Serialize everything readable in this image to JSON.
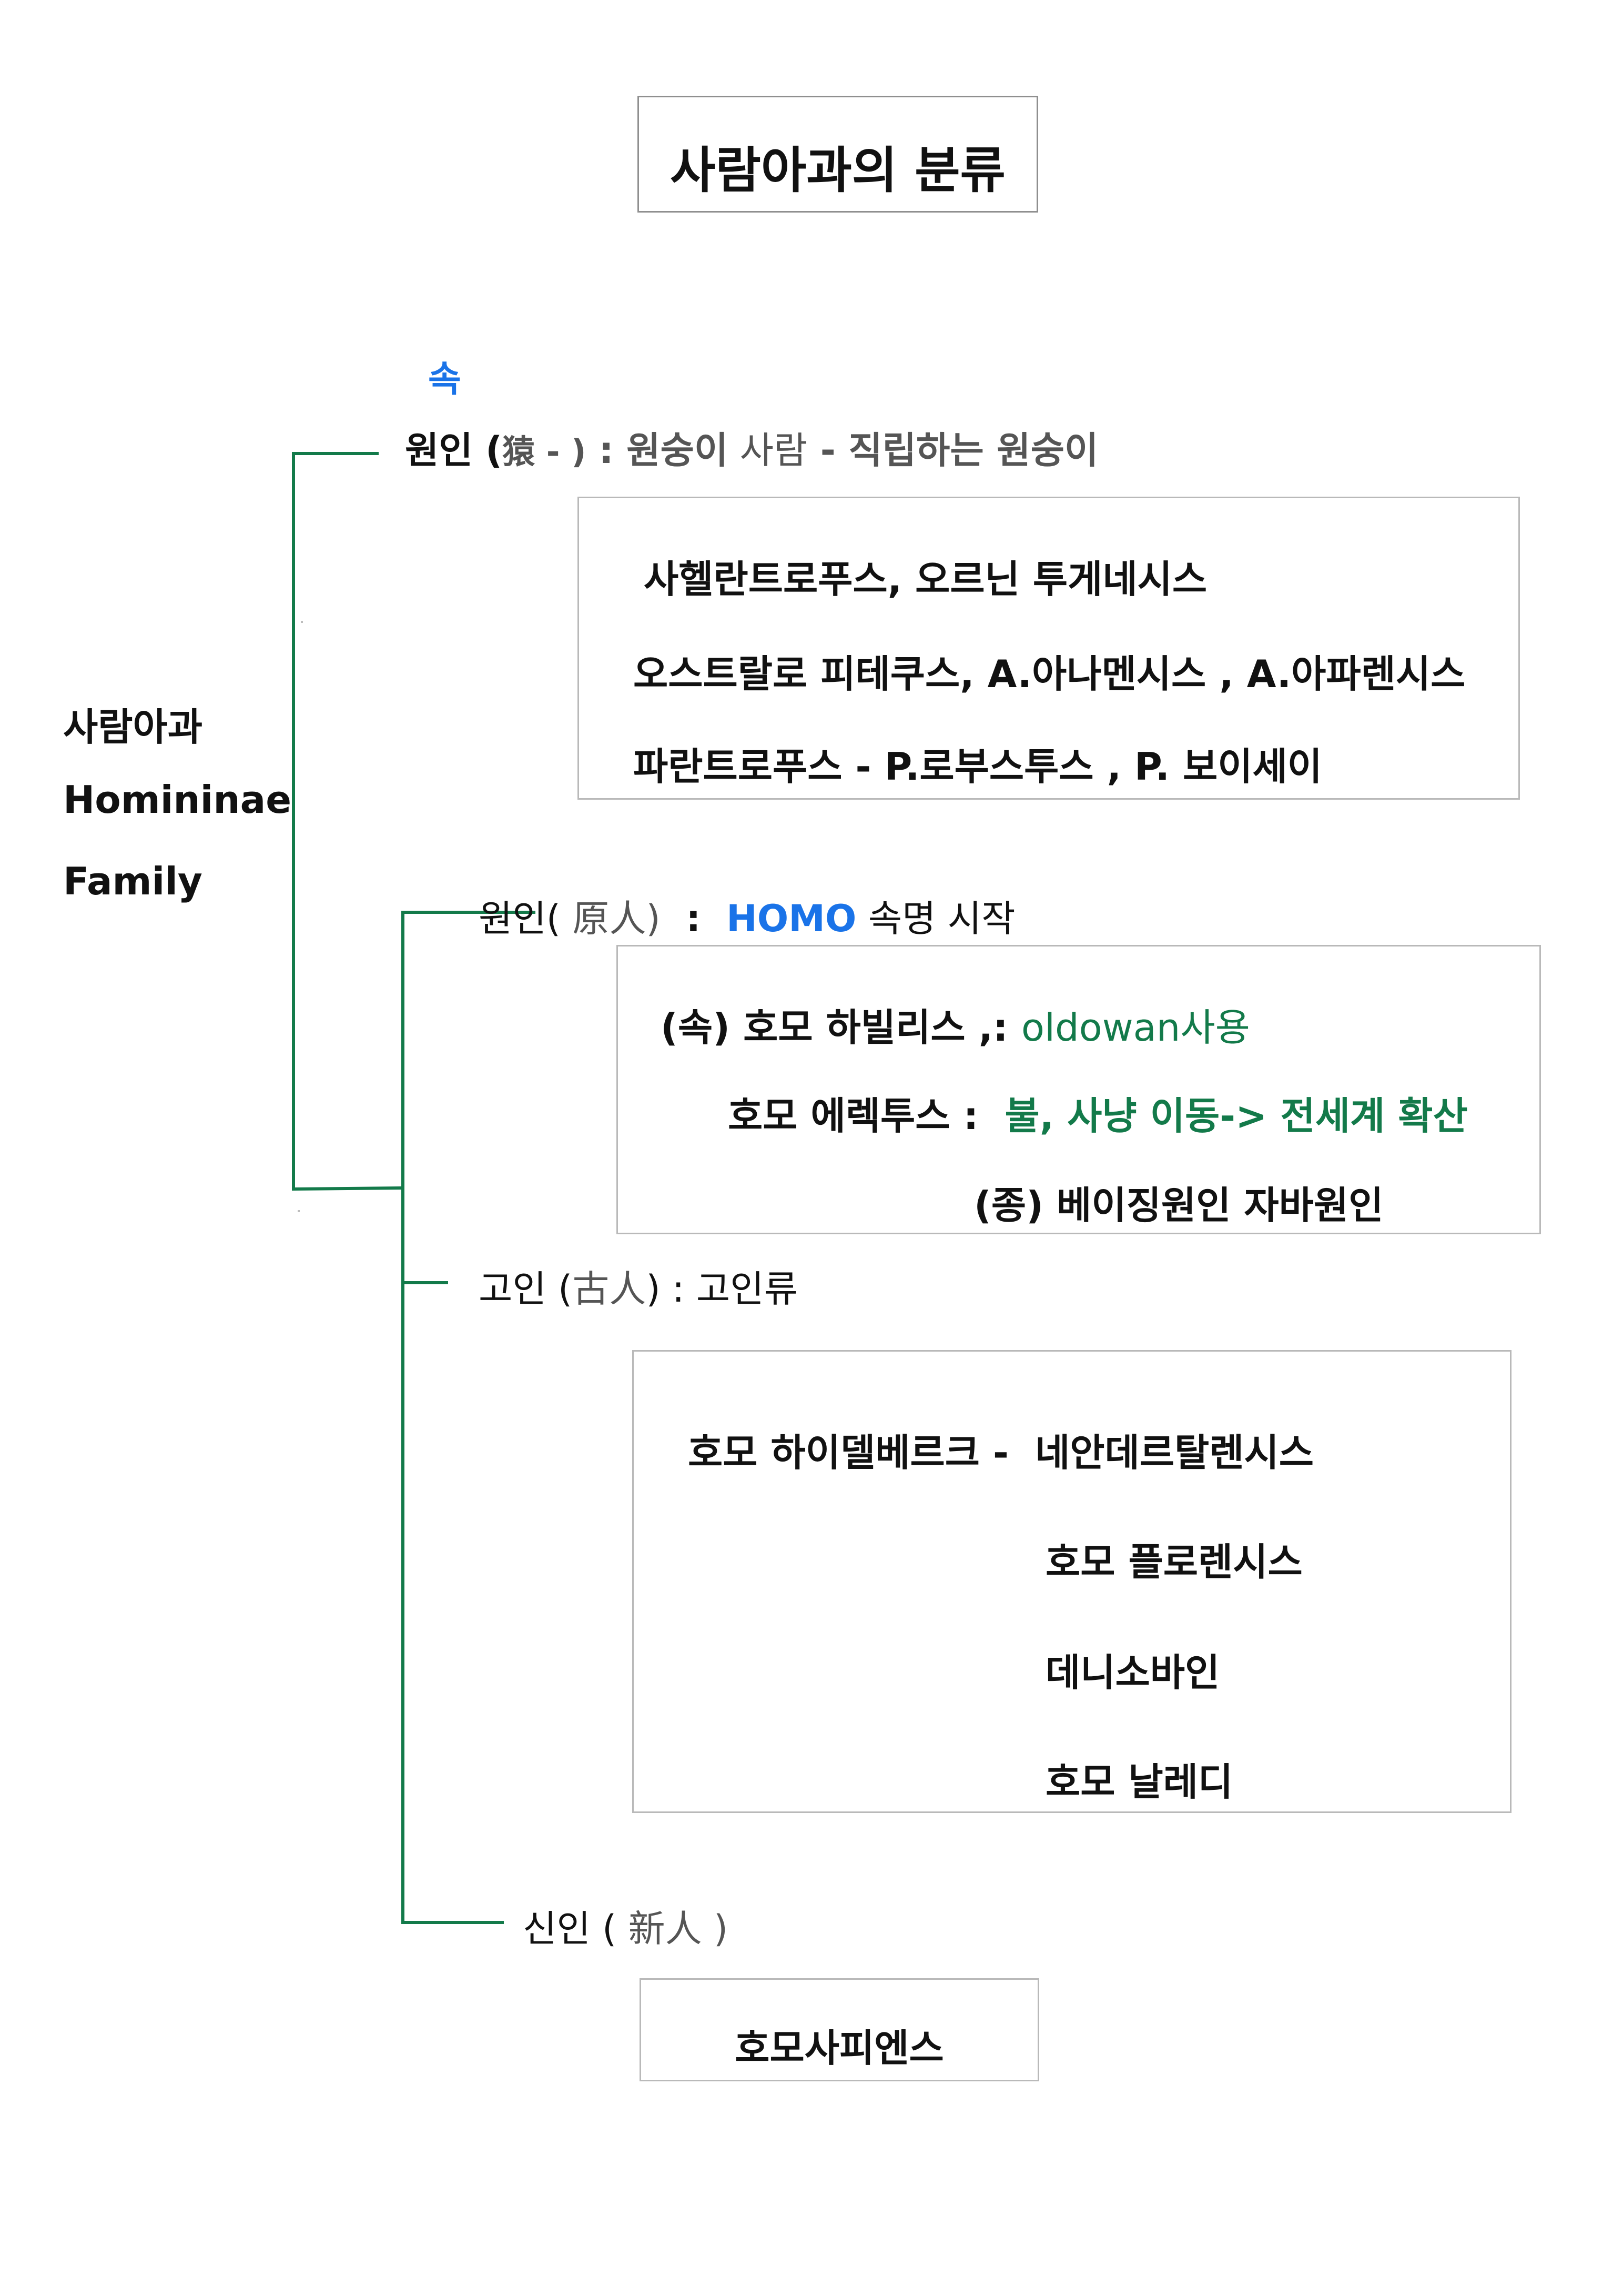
{
  "title": "사람아과의 분류",
  "rank_label": "속",
  "family": {
    "korean": "사람아과",
    "latin": "Homininae",
    "english": "Family"
  },
  "colors": {
    "line": "#137a4a",
    "accent_blue": "#1a73e8",
    "accent_green": "#137a4a",
    "box_border": "#b9b9b9"
  },
  "group1": {
    "name": "원인 (",
    "hanja": "猿 - )",
    "colon": " : 원숭이",
    "mid": " 사람",
    "rest": " - 직립하는 원숭이",
    "lines": [
      "사헬란트로푸스, 오르닌 투게네시스",
      "오스트랄로 피테쿠스, A.아나멘시스 , A.아파렌시스",
      "파란트로푸스 - P.로부스투스 ,  P. 보이세이"
    ]
  },
  "group2": {
    "name": "원인(",
    "hanja": " 原人)",
    "colon": "  :  ",
    "homo": "HOMO",
    "rest": " 속명 시작",
    "line1_prefix": "(속) 호모 하빌리스 ,: ",
    "line1_note": "oldowan사용",
    "line2_prefix": "호모 에렉투스 :  ",
    "line2_note": "불, 사냥 이동-> 전세계 확산",
    "line3": "(종) 베이징원인 자바원인"
  },
  "group3": {
    "name": "고인 (",
    "hanja": "古人",
    "rest": ") : 고인류",
    "line1": "호모 하이델베르크 -  네안데르탈렌시스",
    "line2": "호모 플로렌시스",
    "line3": "데니소바인",
    "line4": "호모 날레디"
  },
  "group4": {
    "name": "신인 ( ",
    "hanja": "新人 )",
    "result": "호모사피엔스"
  }
}
